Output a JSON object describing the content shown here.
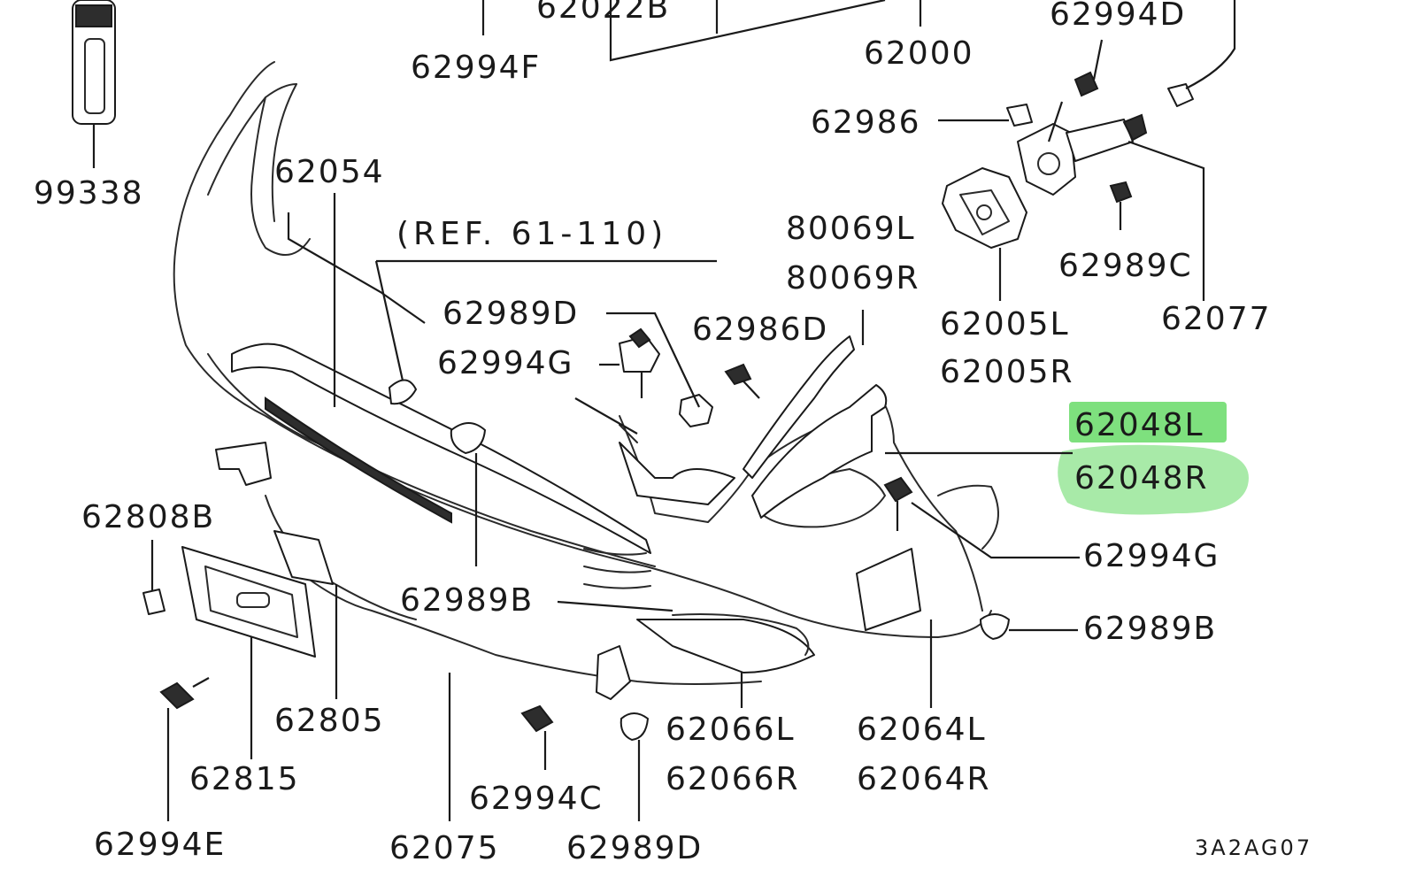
{
  "diagram": {
    "ref_note": "(REF. 61-110)",
    "drawing_code": "3A2AG07",
    "highlight_color": "#7ee07e",
    "labels": {
      "p62022b": "62022B",
      "p62994f": "62994F",
      "p62000": "62000",
      "p62994d": "62994D",
      "p99338": "99338",
      "p62054": "62054",
      "p62986": "62986",
      "p80069l": "80069L",
      "p80069r": "80069R",
      "p62989c": "62989C",
      "p62989d_top": "62989D",
      "p62986d": "62986D",
      "p62005l": "62005L",
      "p62005r": "62005R",
      "p62077": "62077",
      "p62994g_top": "62994G",
      "p62048l": "62048L",
      "p62048r": "62048R",
      "p62808b": "62808B",
      "p62994g_right": "62994G",
      "p62989b_mid": "62989B",
      "p62989b_right": "62989B",
      "p62805": "62805",
      "p62066l": "62066L",
      "p62066r": "62066R",
      "p62064l": "62064L",
      "p62064r": "62064R",
      "p62815": "62815",
      "p62994c": "62994C",
      "p62994e": "62994E",
      "p62075": "62075",
      "p62989d_bottom": "62989D"
    }
  }
}
